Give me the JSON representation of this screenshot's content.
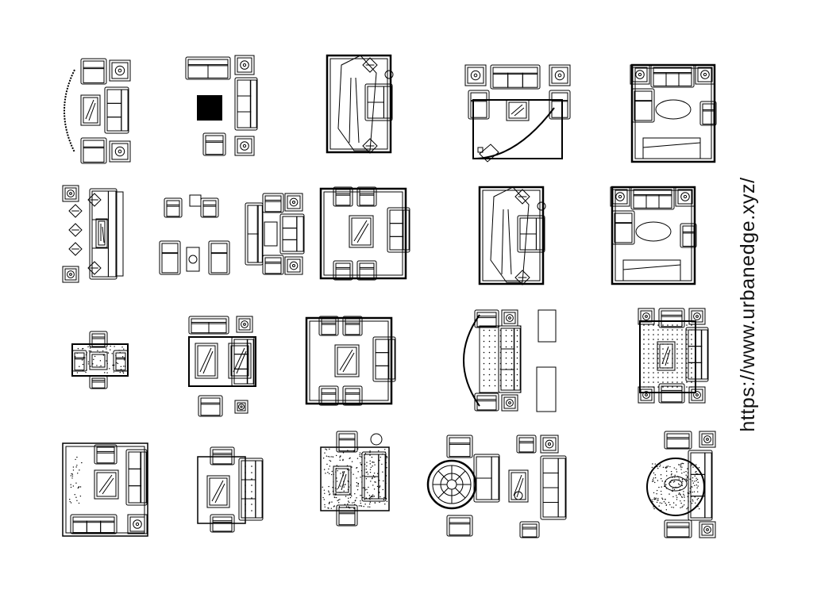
{
  "drawing": {
    "watermark_text": "https://www.urbanedge.xyz/",
    "line_color": "#000000",
    "background": "#ffffff",
    "blocks": [
      {
        "name": "living-set-01",
        "kind": "sofa-curved-table"
      },
      {
        "name": "living-set-02",
        "kind": "sofa-black-table"
      },
      {
        "name": "living-set-03",
        "kind": "angled-rug"
      },
      {
        "name": "living-set-04",
        "kind": "curved-rug"
      },
      {
        "name": "living-set-05",
        "kind": "oval-table"
      },
      {
        "name": "living-set-06",
        "kind": "vertical-pillows"
      },
      {
        "name": "living-set-07",
        "kind": "scattered-chairs"
      },
      {
        "name": "living-set-08",
        "kind": "sofa-tables"
      },
      {
        "name": "living-set-09",
        "kind": "rug-framed"
      },
      {
        "name": "living-set-10",
        "kind": "angled-rug"
      },
      {
        "name": "living-set-11",
        "kind": "oval-table"
      },
      {
        "name": "living-set-12",
        "kind": "small-square"
      },
      {
        "name": "living-set-13",
        "kind": "double-table"
      },
      {
        "name": "living-set-14",
        "kind": "rug-framed"
      },
      {
        "name": "living-set-15",
        "kind": "half-round"
      },
      {
        "name": "living-set-16",
        "kind": "dotted-rug"
      },
      {
        "name": "living-set-17",
        "kind": "square-frame"
      },
      {
        "name": "living-set-18",
        "kind": "tufted"
      },
      {
        "name": "living-set-19",
        "kind": "speckled-rug"
      },
      {
        "name": "living-set-20",
        "kind": "round-rug"
      },
      {
        "name": "living-set-21",
        "kind": "round-speckled"
      }
    ]
  }
}
